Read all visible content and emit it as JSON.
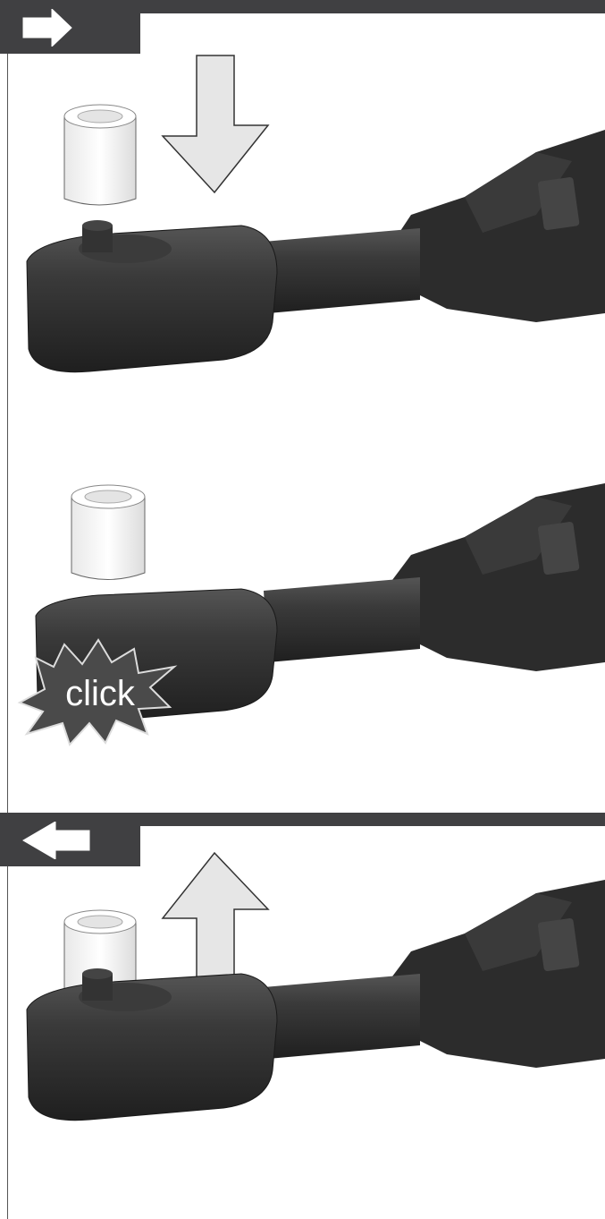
{
  "steps": [
    {
      "direction": "install",
      "icon": "arrow-right-icon"
    },
    {
      "direction": "remove",
      "icon": "arrow-left-icon"
    }
  ],
  "callout": {
    "text": "click"
  },
  "colors": {
    "header": "#404042",
    "tool_body": "#2e2e2e",
    "socket": "#f2f2f2",
    "move_arrow": "#e6e6e6",
    "click_burst": "#4a4a4a"
  }
}
